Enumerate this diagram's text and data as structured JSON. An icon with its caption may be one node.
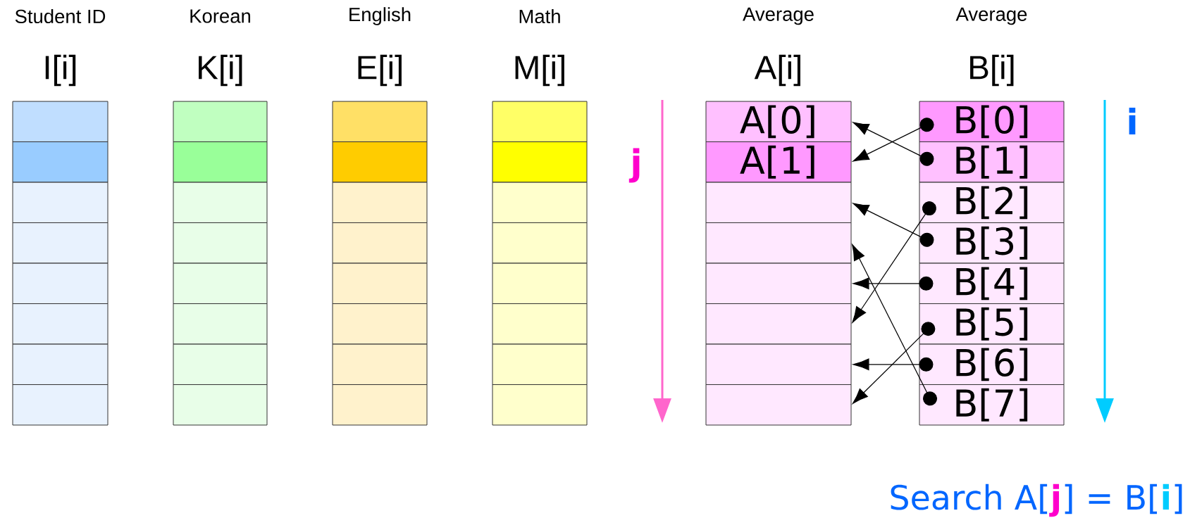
{
  "diagram": {
    "nodes": [
      {
        "text": [],
        "shape": "box"
      },
      {
        "text": [],
        "shape": "box"
      },
      {
        "text": [],
        "shape": "box"
      },
      {
        "text": [],
        "shape": "box"
      },
      {
        "text": [],
        "shape": "box"
      },
      {
        "text": [],
        "shape": "box"
      },
      {
        "text": [],
        "shape": "box"
      },
      {
        "text": [],
        "shape": "box"
      },
      {
        "text": [],
        "shape": "box"
      },
      {
        "text": [],
        "shape": "box"
      },
      {
        "text": [],
        "shape": "box"
      },
      {
        "text": [],
        "shape": "box"
      },
      {
        "text": [],
        "shape": "box"
      },
      {
        "text": [],
        "shape": "box"
      },
      {
        "text": [],
        "shape": "box"
      },
      {
        "text": [],
        "shape": "box"
      },
      {
        "text": [],
        "shape": "box"
      },
      {
        "text": [],
        "shape": "box"
      },
      {
        "text": [],
        "shape": "box"
      },
      {
        "text": [],
        "shape": "box"
      },
      {
        "text": [],
        "shape": "box"
      },
      {
        "text": [],
        "shape": "box"
      },
      {
        "text": [],
        "shape": "box"
      },
      {
        "text": [],
        "shape": "box"
      },
      {
        "text": [],
        "shape": "box"
      },
      {
        "text": [],
        "shape": "box"
      },
      {
        "text": [],
        "shape": "box"
      },
      {
        "text": [],
        "shape": "box"
      },
      {
        "text": [],
        "shape": "box"
      },
      {
        "text": [],
        "shape": "box"
      },
      {
        "text": [],
        "shape": "box"
      },
      {
        "text": [],
        "shape": "box"
      },
      {
        "text": [
          "A[0]"
        ]
      },
      {
        "text": [
          "A[1]"
        ]
      },
      {
        "text": [],
        "shape": "box"
      },
      {
        "text": [],
        "shape": "box"
      },
      {
        "text": [],
        "shape": "box"
      },
      {
        "text": [],
        "shape": "box"
      },
      {
        "text": [],
        "shape": "box"
      },
      {
        "text": [],
        "shape": "box"
      },
      {
        "text": [
          "B[0]"
        ]
      },
      {
        "text": [
          "B[1]"
        ]
      },
      {
        "text": [
          "B[2]"
        ]
      },
      {
        "text": [
          "B[3]"
        ]
      },
      {
        "text": [
          "B[4]"
        ]
      },
      {
        "text": [
          "B[5]"
        ]
      },
      {
        "text": [
          "B[6]"
        ]
      },
      {
        "text": [
          "B[7]"
        ]
      }
    ],
    "edges": [
      {
        "from": 40,
        "to": 33,
        "arrow": "to"
      },
      {
        "from": 41,
        "to": 32,
        "arrow": "to"
      },
      {
        "from": 42,
        "to": 37,
        "arrow": "to"
      },
      {
        "from": 43,
        "to": 34,
        "arrow": "to"
      },
      {
        "from": 44,
        "to": 36,
        "arrow": "to"
      },
      {
        "from": 45,
        "to": 39,
        "arrow": "to"
      },
      {
        "from": 46,
        "to": 38,
        "arrow": "to"
      },
      {
        "from": 47,
        "to": 35,
        "arrow": "to"
      }
    ],
    "labels": [
      "Student ID",
      "Korean",
      "English",
      "Math",
      "Average",
      "Average",
      "I[i]",
      "K[i]",
      "E[i]",
      "M[i]",
      "A[i]",
      "B[i]",
      "j",
      "i",
      "Search A[",
      "j",
      "] = B[",
      "i",
      "]"
    ]
  }
}
